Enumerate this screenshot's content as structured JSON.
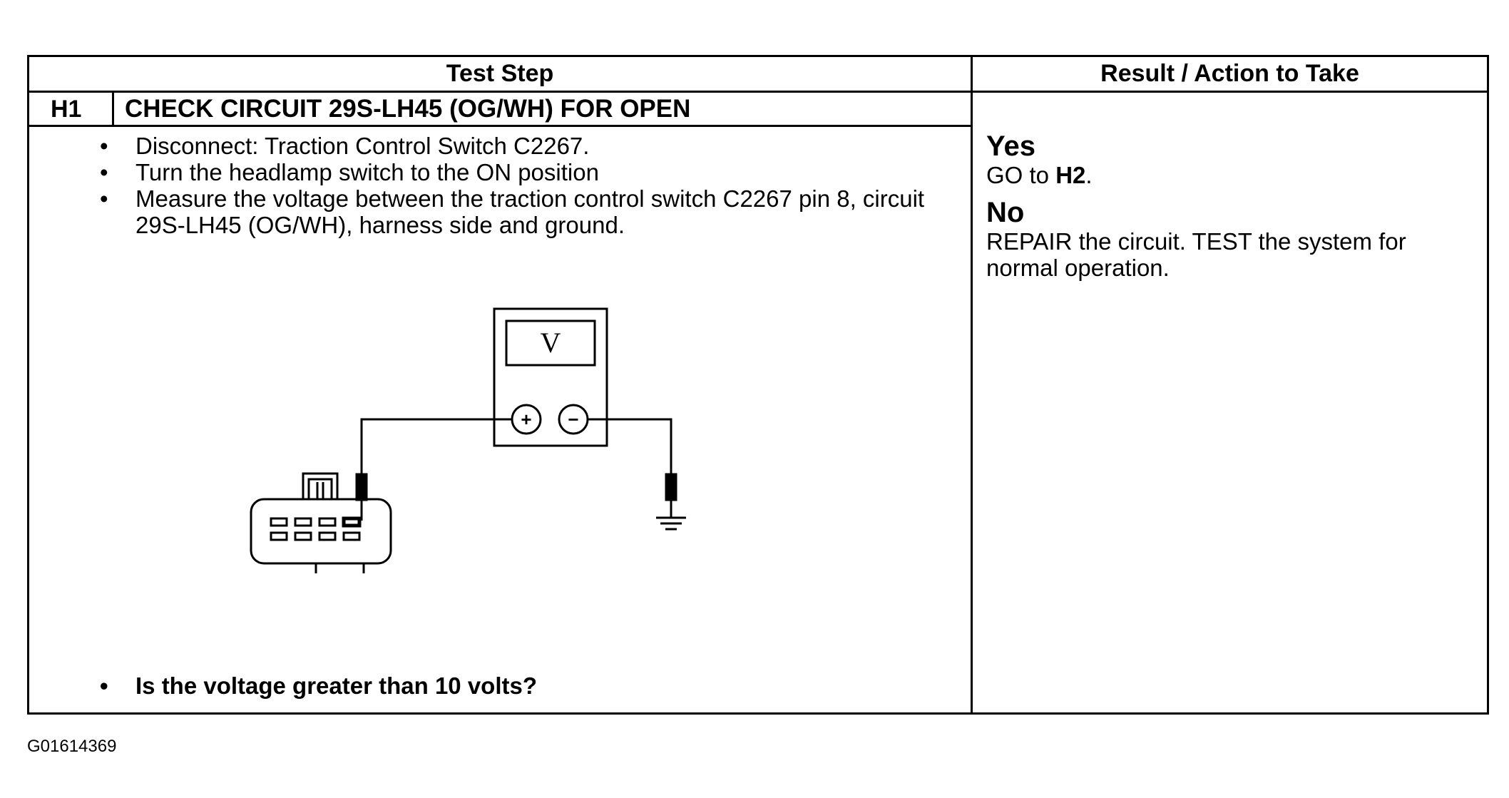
{
  "table": {
    "header_test_step": "Test Step",
    "header_result": "Result / Action to Take",
    "step_id": "H1",
    "step_title": "CHECK CIRCUIT 29S-LH45 (OG/WH) FOR OPEN",
    "instructions": [
      "Disconnect: Traction Control Switch C2267.",
      "Turn the headlamp switch to the ON position",
      "Measure the voltage between the traction control switch C2267 pin 8, circuit 29S-LH45 (OG/WH), harness side and ground."
    ],
    "question": "Is the voltage greater than 10 volts?",
    "results": {
      "yes_label": "Yes",
      "yes_prefix": "GO to ",
      "yes_target": "H2",
      "yes_suffix": ".",
      "no_label": "No",
      "no_text": "REPAIR the circuit. TEST the system for normal operation."
    }
  },
  "diagram": {
    "meter_symbol": "V",
    "plus_symbol": "+",
    "minus_symbol": "−",
    "icons": [
      "voltmeter-icon",
      "connector-icon",
      "ground-icon"
    ]
  },
  "figure_id": "G01614369"
}
